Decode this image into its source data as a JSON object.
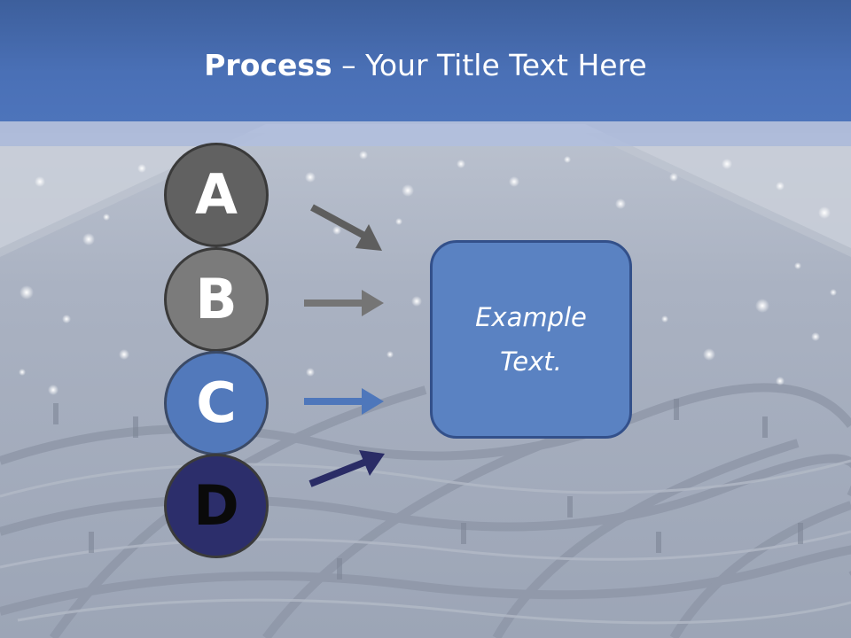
{
  "slide": {
    "title_bold": "Process",
    "title_rest": " – Your Title Text Here",
    "steps": [
      {
        "letter": "A",
        "color": "#616161"
      },
      {
        "letter": "B",
        "color": "#7b7b7b"
      },
      {
        "letter": "C",
        "color": "#5279bb"
      },
      {
        "letter": "D",
        "color": "#2c2e6b"
      }
    ],
    "example_box": {
      "text": "Example Text.",
      "color": "#5a82c2"
    },
    "accent_color": "#4a70b6"
  }
}
